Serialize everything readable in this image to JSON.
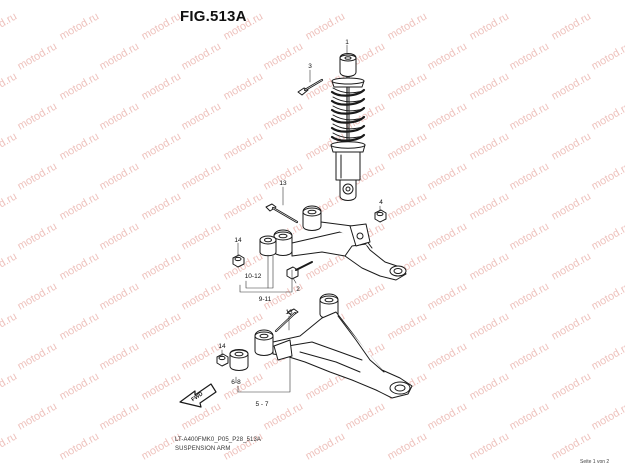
{
  "figure": {
    "title": "FIG.513A",
    "caption_code": "LT-A400FMK0_P05_P28_513A",
    "caption_name": "SUSPENSION ARM",
    "page": "Seite 1 von 2"
  },
  "watermark": {
    "text": "motod.ru",
    "color": "#e8a9a2"
  },
  "callouts": [
    {
      "id": "c1",
      "text": "1"
    },
    {
      "id": "c3",
      "text": "3"
    },
    {
      "id": "c13a",
      "text": "13"
    },
    {
      "id": "c4",
      "text": "4"
    },
    {
      "id": "c14a",
      "text": "14"
    },
    {
      "id": "c1012",
      "text": "10-12"
    },
    {
      "id": "c911",
      "text": "9-11"
    },
    {
      "id": "c2",
      "text": "2"
    },
    {
      "id": "c13b",
      "text": "13"
    },
    {
      "id": "c14b",
      "text": "14"
    },
    {
      "id": "c68",
      "text": "6-8"
    },
    {
      "id": "c57",
      "text": "5 - 7"
    }
  ],
  "fwd_label": "FWD"
}
